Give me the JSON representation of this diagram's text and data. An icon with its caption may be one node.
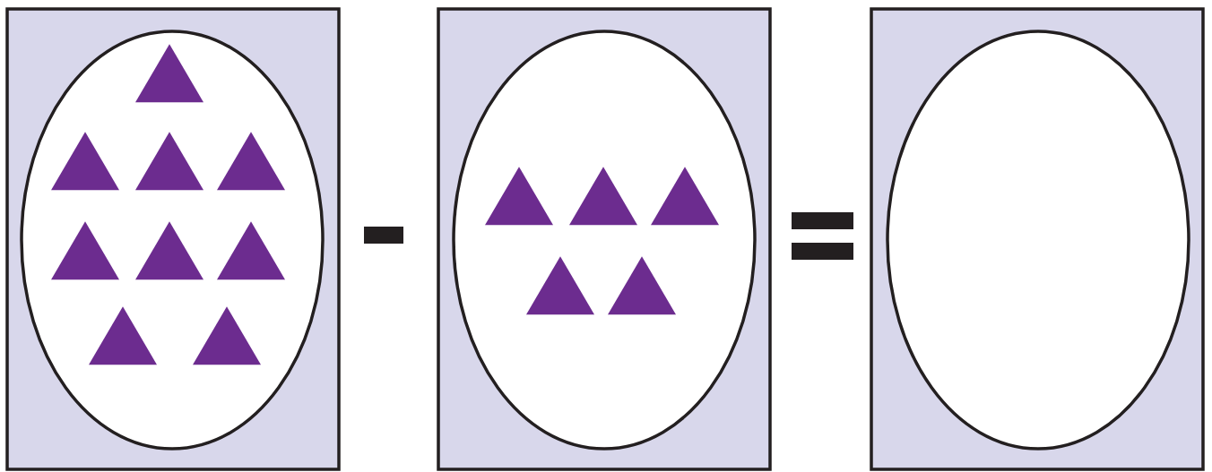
{
  "diagram": {
    "nodes": [
      {
        "text": [],
        "shape": "box"
      },
      {
        "text": [],
        "shape": "ellipse",
        "in": 0
      },
      {
        "text": [],
        "shape": "triangle",
        "in": 1
      },
      {
        "text": [],
        "shape": "triangle",
        "in": 1
      },
      {
        "text": [],
        "shape": "triangle",
        "in": 1
      },
      {
        "text": [],
        "shape": "triangle",
        "in": 1
      },
      {
        "text": [],
        "shape": "triangle",
        "in": 1
      },
      {
        "text": [],
        "shape": "triangle",
        "in": 1
      },
      {
        "text": [],
        "shape": "triangle",
        "in": 1
      },
      {
        "text": [],
        "shape": "triangle",
        "in": 1
      },
      {
        "text": [],
        "shape": "triangle",
        "in": 1
      },
      {
        "text": [],
        "shape": "box"
      },
      {
        "text": [],
        "shape": "ellipse",
        "in": 11
      },
      {
        "text": [],
        "shape": "triangle",
        "in": 12
      },
      {
        "text": [],
        "shape": "triangle",
        "in": 12
      },
      {
        "text": [],
        "shape": "triangle",
        "in": 12
      },
      {
        "text": [],
        "shape": "triangle",
        "in": 12
      },
      {
        "text": [],
        "shape": "triangle",
        "in": 12
      },
      {
        "text": [],
        "shape": "box"
      },
      {
        "text": [],
        "shape": "ellipse",
        "in": 18
      }
    ]
  }
}
